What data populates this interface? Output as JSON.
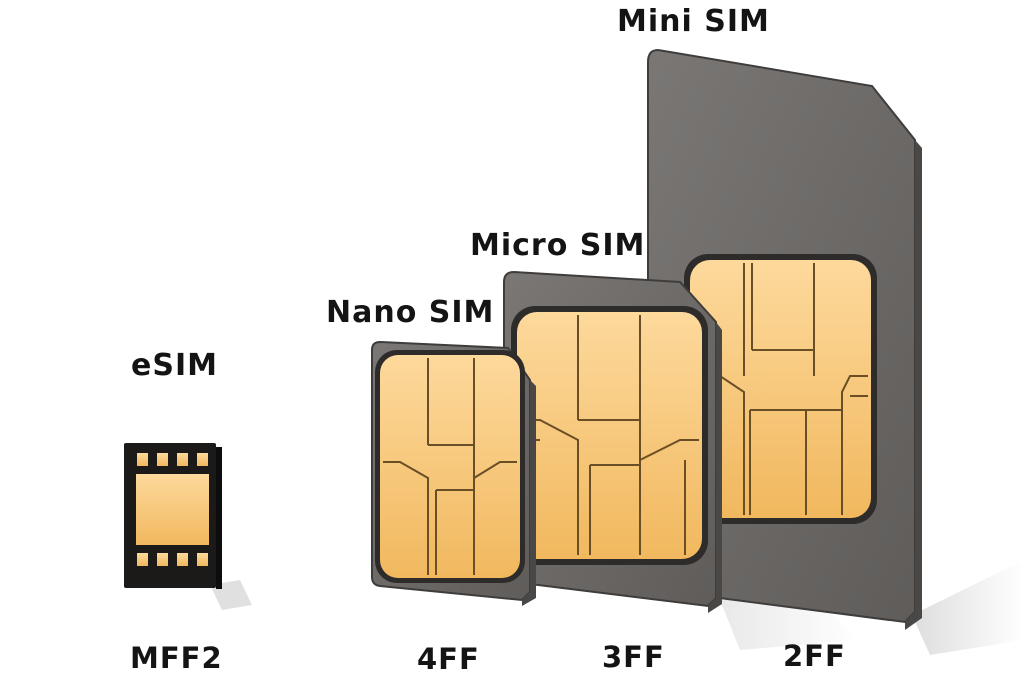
{
  "cards": {
    "esim": {
      "name": "eSIM",
      "code": "MFF2"
    },
    "nano": {
      "name": "Nano SIM",
      "code": "4FF"
    },
    "micro": {
      "name": "Micro SIM",
      "code": "3FF"
    },
    "mini": {
      "name": "Mini SIM",
      "code": "2FF"
    }
  },
  "colors": {
    "card_body": "#6f6c6a",
    "card_edge": "#3f3d3c",
    "chip_gold": "#f6c270",
    "chip_gold_light": "#fdd99c",
    "chip_line": "#5a4322",
    "esim_body": "#1b1a19"
  }
}
